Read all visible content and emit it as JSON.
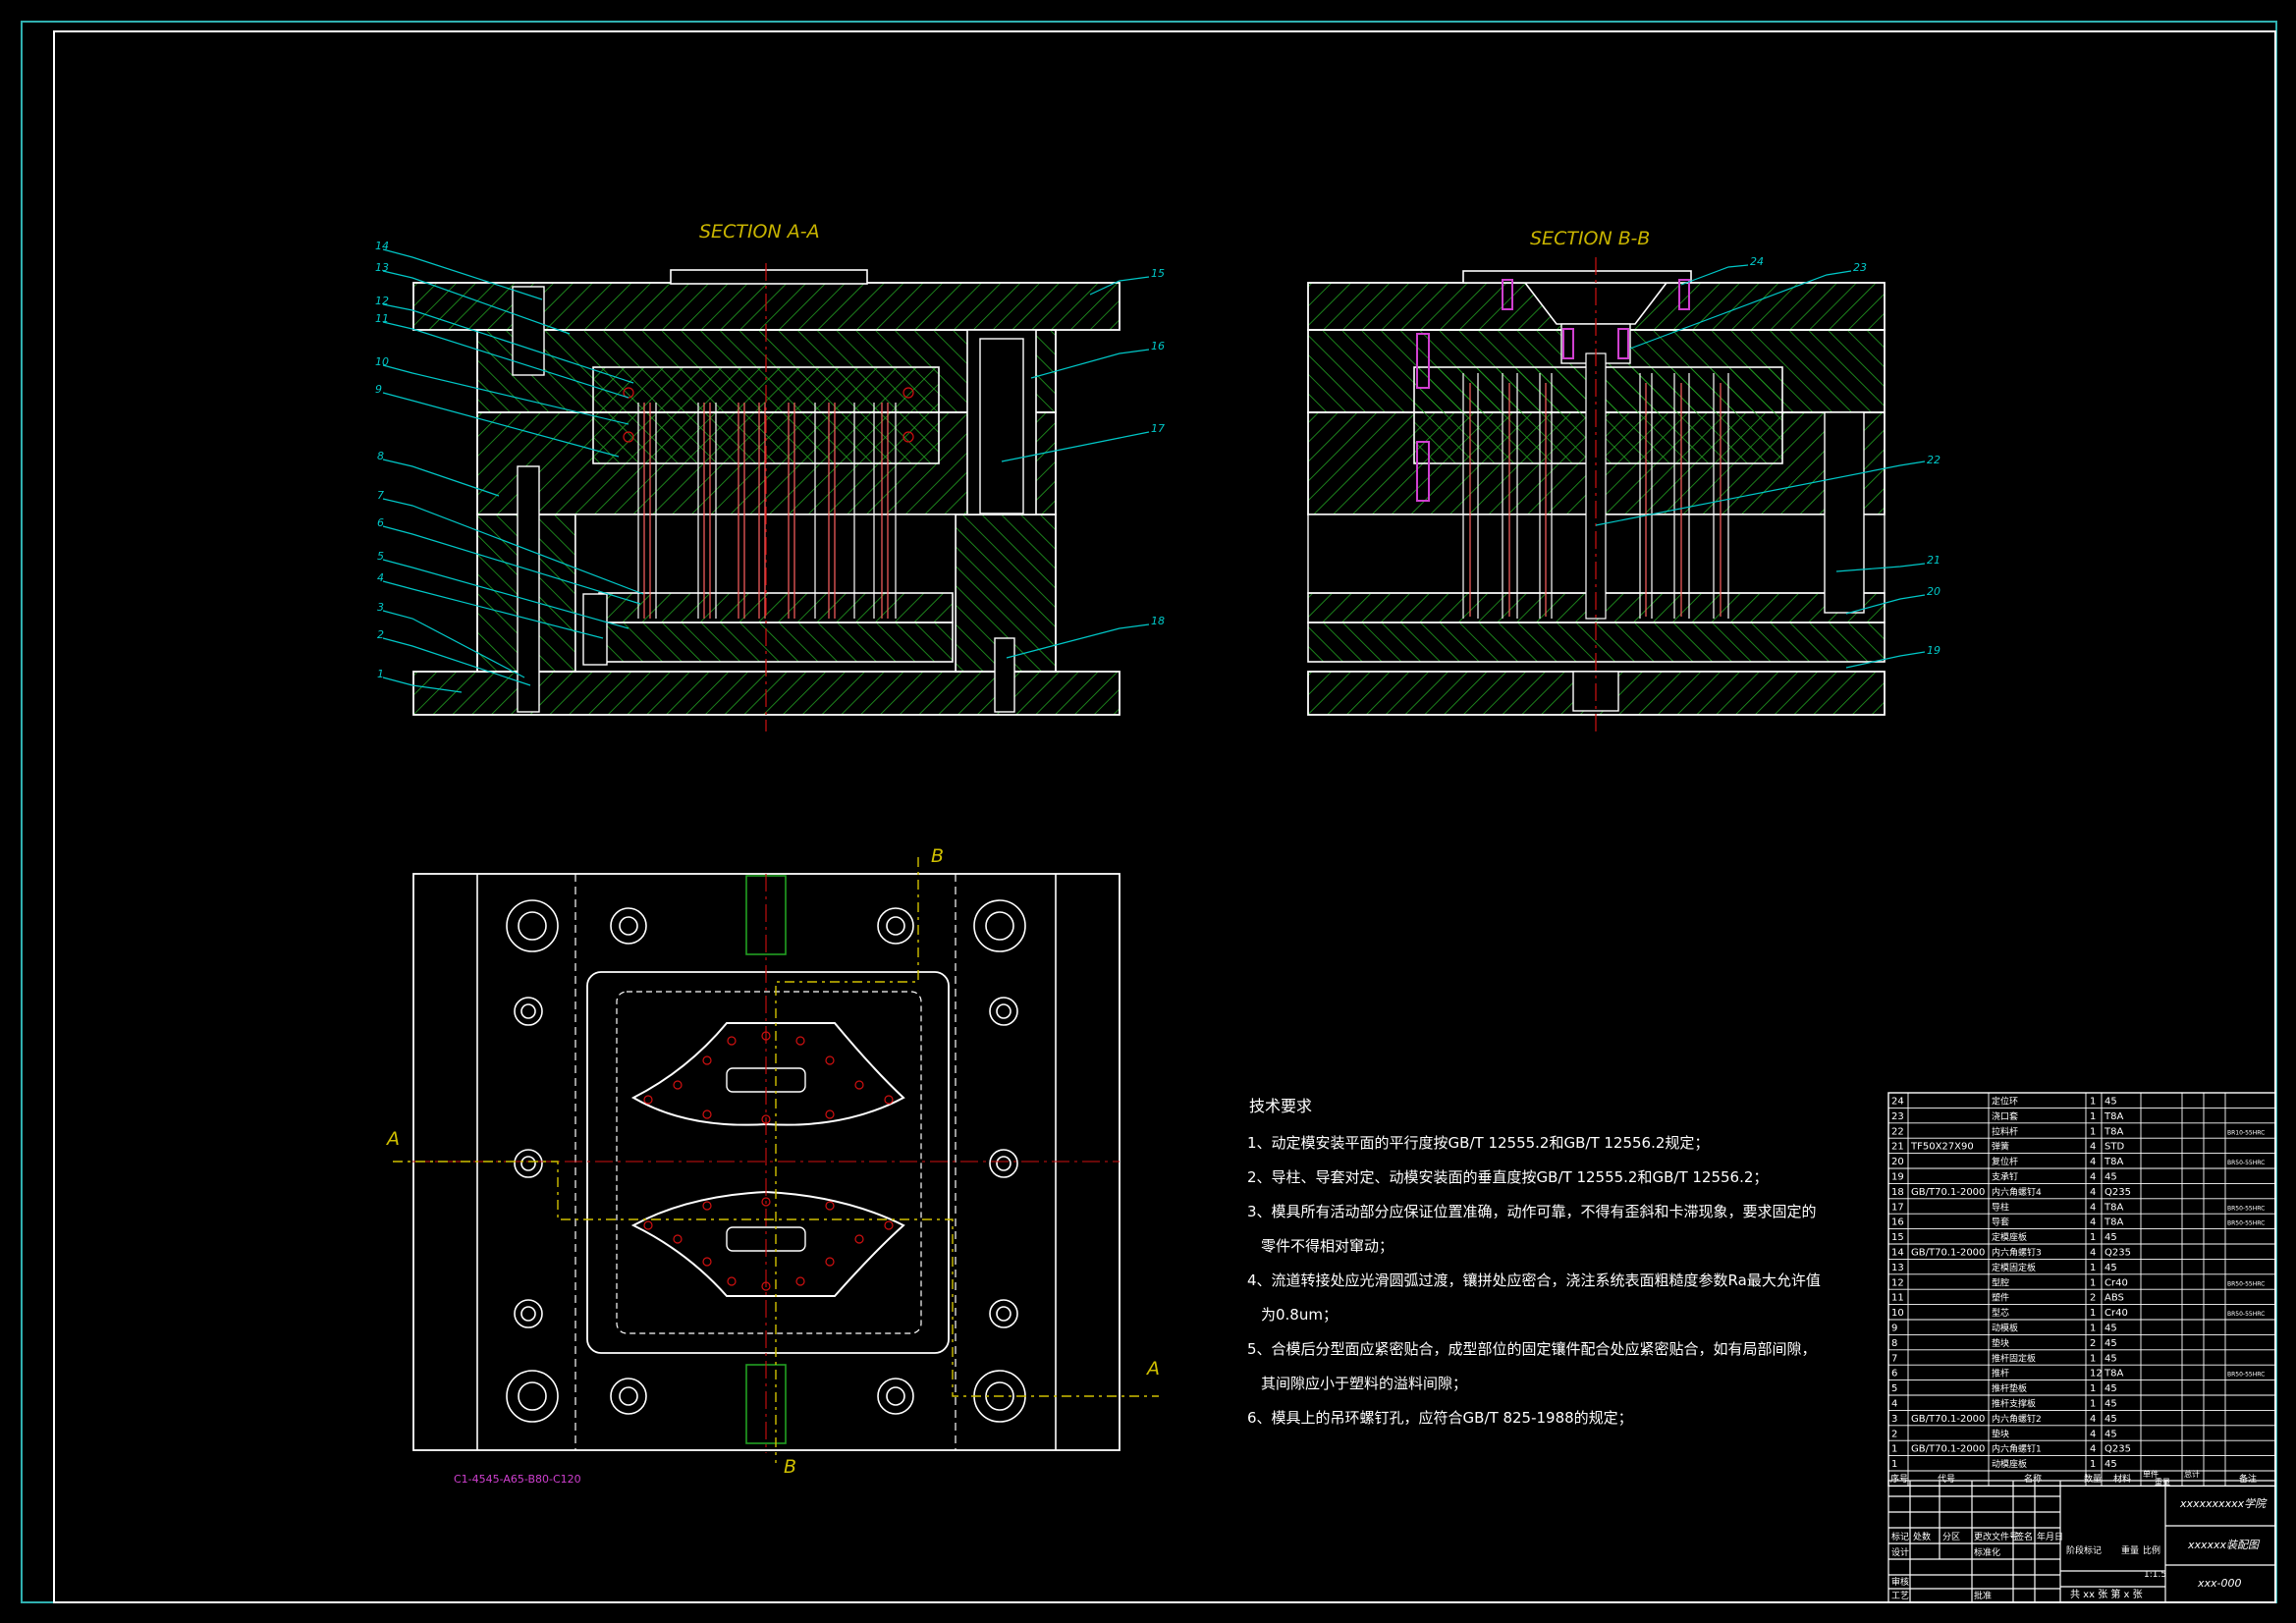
{
  "colors": {
    "background": "#000000",
    "outline": "#ffffff",
    "hatch": "#22a022",
    "leader": "#00c8c8",
    "title_yellow": "#c8b400",
    "center_red": "#d01010",
    "section_line": "#d0c000",
    "magenta": "#d040d0",
    "frame_cyan": "#30b0b0"
  },
  "views": {
    "section_aa_title": "SECTION A-A",
    "section_bb_title": "SECTION B-B",
    "plan_view_label_a": "A",
    "plan_view_label_b": "B",
    "plan_note": "C1-4545-A65-B80-C120"
  },
  "section_aa_callouts": [
    "14",
    "13",
    "12",
    "11",
    "10",
    "9",
    "8",
    "7",
    "6",
    "5",
    "4",
    "3",
    "2",
    "1",
    "15",
    "16",
    "17",
    "18"
  ],
  "section_bb_callouts": [
    "24",
    "23",
    "22",
    "21",
    "20",
    "19"
  ],
  "tech_requirements": {
    "heading": "技术要求",
    "items": [
      "1、动定模安装平面的平行度按GB/T 12555.2和GB/T 12556.2规定；",
      "2、导柱、导套对定、动模安装面的垂直度按GB/T 12555.2和GB/T 12556.2；",
      "3、模具所有活动部分应保证位置准确，动作可靠，不得有歪斜和卡滞现象，要求固定的",
      "零件不得相对窜动；",
      "4、流道转接处应光滑圆弧过渡，镶拼处应密合，浇注系统表面粗糙度参数Ra最大允许值",
      "为0.8um；",
      "5、合模后分型面应紧密贴合，成型部位的固定镶件配合处应紧密贴合，如有局部间隙，",
      "其间隙应小于塑料的溢料间隙；",
      "6、模具上的吊环螺钉孔，应符合GB/T 825-1988的规定；"
    ]
  },
  "bom": {
    "rows": [
      {
        "no": "24",
        "code": "",
        "name": "定位环",
        "qty": "1",
        "material": "45",
        "note": ""
      },
      {
        "no": "23",
        "code": "",
        "name": "浇口套",
        "qty": "1",
        "material": "T8A",
        "note": ""
      },
      {
        "no": "22",
        "code": "",
        "name": "拉料杆",
        "qty": "1",
        "material": "T8A",
        "note": "BR10-55HRC"
      },
      {
        "no": "21",
        "code": "TF50X27X90",
        "name": "弹簧",
        "qty": "4",
        "material": "STD",
        "note": ""
      },
      {
        "no": "20",
        "code": "",
        "name": "复位杆",
        "qty": "4",
        "material": "T8A",
        "note": "BR50-55HRC"
      },
      {
        "no": "19",
        "code": "",
        "name": "支承钉",
        "qty": "4",
        "material": "45",
        "note": ""
      },
      {
        "no": "18",
        "code": "GB/T70.1-2000",
        "name": "内六角螺钉4",
        "qty": "4",
        "material": "Q235",
        "note": ""
      },
      {
        "no": "17",
        "code": "",
        "name": "导柱",
        "qty": "4",
        "material": "T8A",
        "note": "BR50-55HRC"
      },
      {
        "no": "16",
        "code": "",
        "name": "导套",
        "qty": "4",
        "material": "T8A",
        "note": "BR50-55HRC"
      },
      {
        "no": "15",
        "code": "",
        "name": "定模座板",
        "qty": "1",
        "material": "45",
        "note": ""
      },
      {
        "no": "14",
        "code": "GB/T70.1-2000",
        "name": "内六角螺钉3",
        "qty": "4",
        "material": "Q235",
        "note": ""
      },
      {
        "no": "13",
        "code": "",
        "name": "定模固定板",
        "qty": "1",
        "material": "45",
        "note": ""
      },
      {
        "no": "12",
        "code": "",
        "name": "型腔",
        "qty": "1",
        "material": "Cr40",
        "note": "BR50-55HRC"
      },
      {
        "no": "11",
        "code": "",
        "name": "塑件",
        "qty": "2",
        "material": "ABS",
        "note": ""
      },
      {
        "no": "10",
        "code": "",
        "name": "型芯",
        "qty": "1",
        "material": "Cr40",
        "note": "BR50-55HRC"
      },
      {
        "no": "9",
        "code": "",
        "name": "动模板",
        "qty": "1",
        "material": "45",
        "note": ""
      },
      {
        "no": "8",
        "code": "",
        "name": "垫块",
        "qty": "2",
        "material": "45",
        "note": ""
      },
      {
        "no": "7",
        "code": "",
        "name": "推杆固定板",
        "qty": "1",
        "material": "45",
        "note": ""
      },
      {
        "no": "6",
        "code": "",
        "name": "推杆",
        "qty": "12",
        "material": "T8A",
        "note": "BR50-55HRC"
      },
      {
        "no": "5",
        "code": "",
        "name": "推杆垫板",
        "qty": "1",
        "material": "45",
        "note": ""
      },
      {
        "no": "4",
        "code": "",
        "name": "推杆支撑板",
        "qty": "1",
        "material": "45",
        "note": ""
      },
      {
        "no": "3",
        "code": "GB/T70.1-2000",
        "name": "内六角螺钉2",
        "qty": "4",
        "material": "45",
        "note": ""
      },
      {
        "no": "2",
        "code": "",
        "name": "垫块",
        "qty": "4",
        "material": "45",
        "note": ""
      },
      {
        "no": "1",
        "code": "GB/T70.1-2000",
        "name": "内六角螺钉1",
        "qty": "4",
        "material": "Q235",
        "note": ""
      },
      {
        "no": "1",
        "code": "",
        "name": "动模座板",
        "qty": "1",
        "material": "45",
        "note": ""
      }
    ],
    "header": {
      "no": "序号",
      "code": "代号",
      "name": "名称",
      "qty": "数量",
      "material": "材料",
      "unit_weight": "单件",
      "total_weight": "总计",
      "weight": "重量",
      "note": "备注"
    }
  },
  "title_block": {
    "school": "xxxxxxxxxx学院",
    "drawing_name": "xxxxxx装配图",
    "drawing_no": "xxx-000",
    "scale": "1:1.5",
    "sheets": "共 xx 张   第 x 张",
    "labels": {
      "mark": "标记",
      "count": "处数",
      "zone": "分区",
      "change_doc": "更改文件号",
      "sign": "签名",
      "date": "年月日",
      "design": "设计",
      "standard": "标准化",
      "stage_mark": "阶段标记",
      "weight": "重量",
      "scale": "比例",
      "review": "审核",
      "process": "工艺",
      "approve": "批准"
    }
  }
}
